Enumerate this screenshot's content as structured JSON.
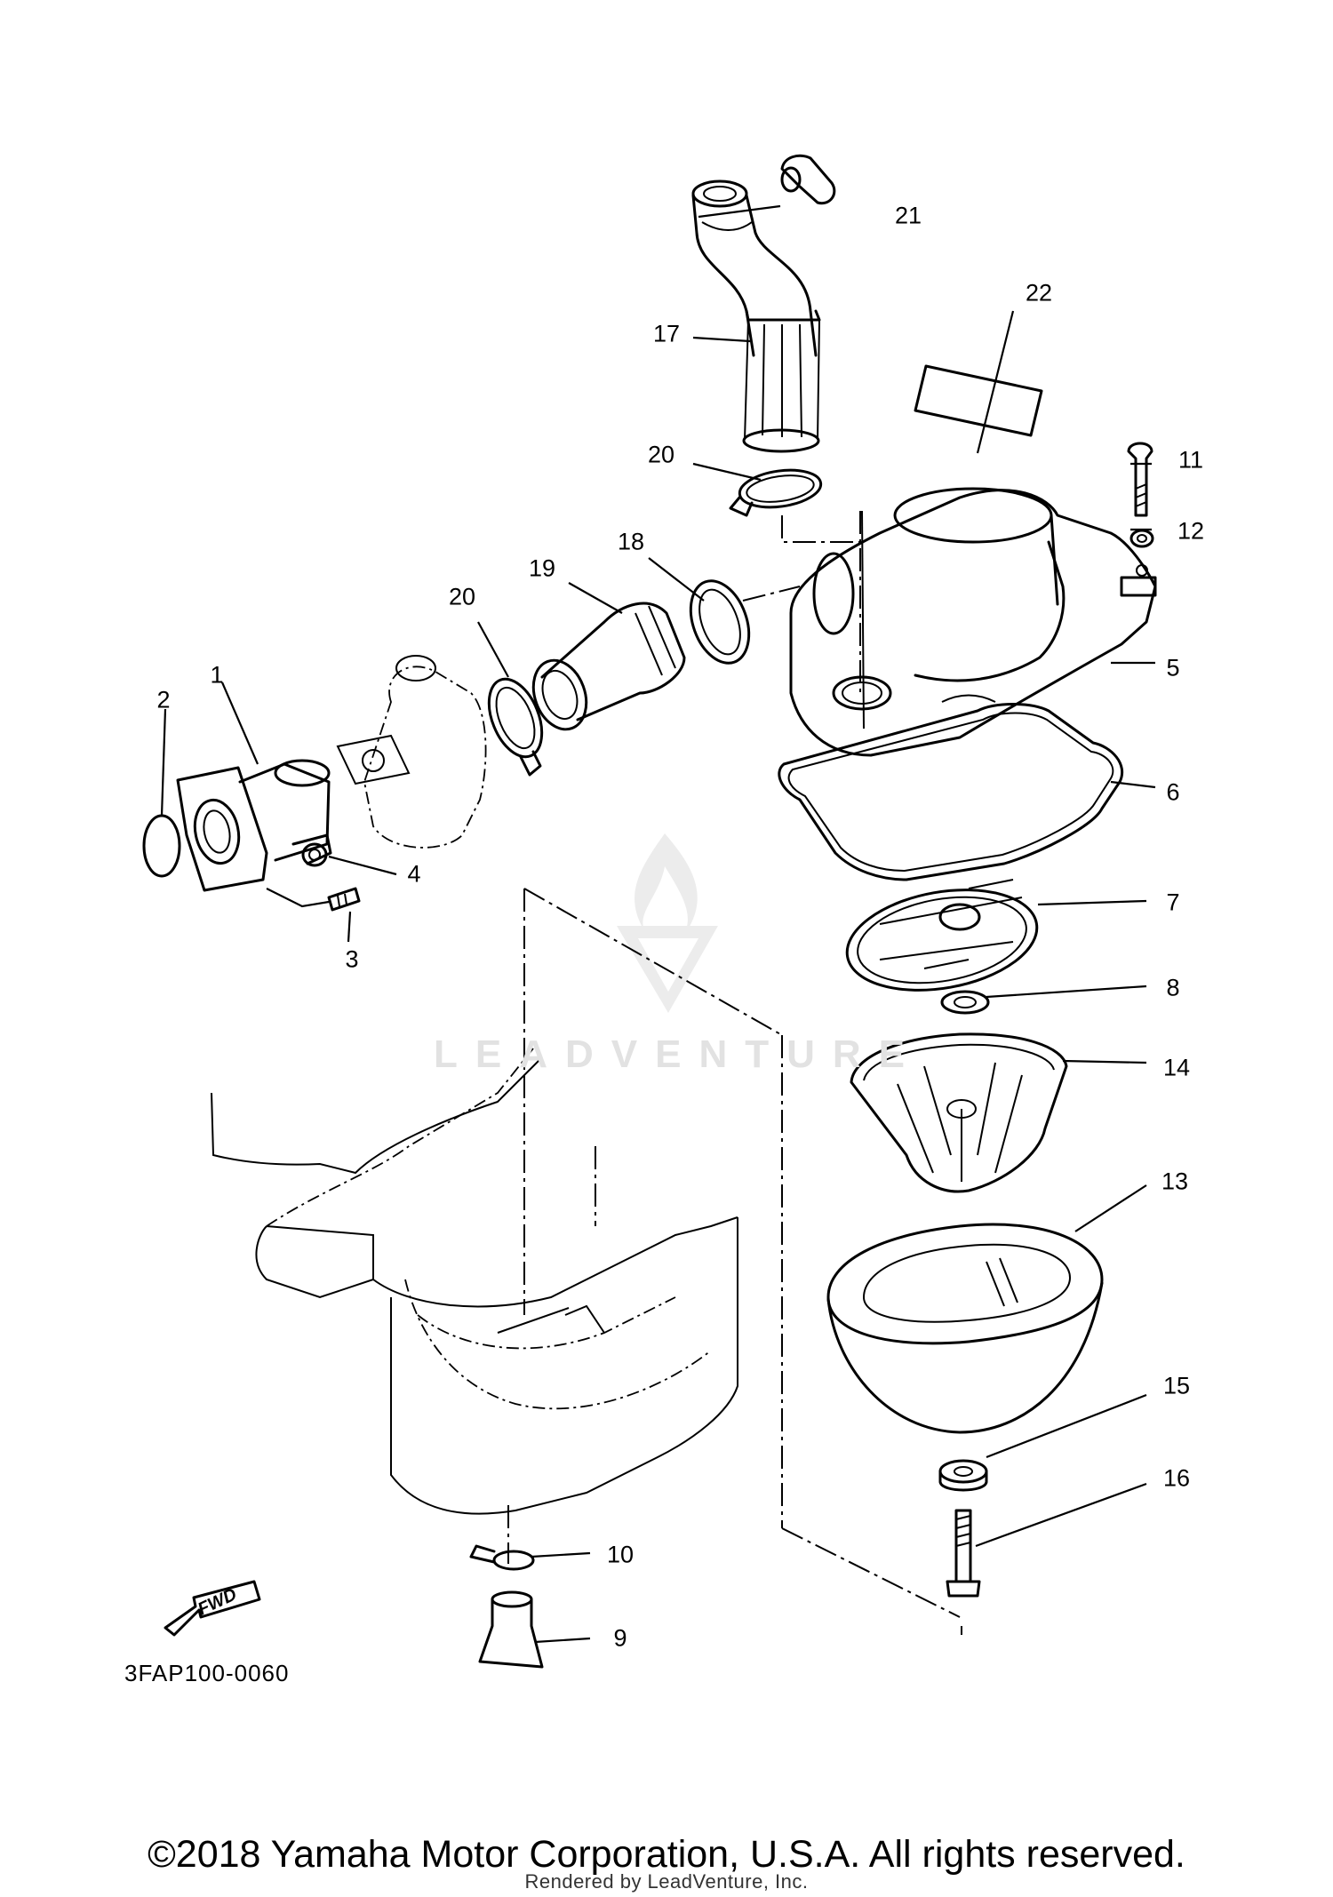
{
  "diagram": {
    "callouts": [
      {
        "id": "1",
        "label": "1"
      },
      {
        "id": "2",
        "label": "2"
      },
      {
        "id": "3",
        "label": "3"
      },
      {
        "id": "4",
        "label": "4"
      },
      {
        "id": "5",
        "label": "5"
      },
      {
        "id": "6",
        "label": "6"
      },
      {
        "id": "7",
        "label": "7"
      },
      {
        "id": "8",
        "label": "8"
      },
      {
        "id": "9",
        "label": "9"
      },
      {
        "id": "10",
        "label": "10"
      },
      {
        "id": "11",
        "label": "11"
      },
      {
        "id": "12",
        "label": "12"
      },
      {
        "id": "13",
        "label": "13"
      },
      {
        "id": "14",
        "label": "14"
      },
      {
        "id": "15",
        "label": "15"
      },
      {
        "id": "16",
        "label": "16"
      },
      {
        "id": "17",
        "label": "17"
      },
      {
        "id": "18",
        "label": "18"
      },
      {
        "id": "19",
        "label": "19"
      },
      {
        "id": "20a",
        "label": "20"
      },
      {
        "id": "20b",
        "label": "20"
      },
      {
        "id": "21",
        "label": "21"
      },
      {
        "id": "22",
        "label": "22"
      }
    ],
    "fwd_arrow_label": "FWD",
    "part_code": "3FAP100-0060",
    "watermark_text": "LEADVENTURE"
  },
  "footer": {
    "copyright": "©2018 Yamaha Motor Corporation, U.S.A. All rights reserved.",
    "rendered_by": "Rendered by LeadVenture, Inc."
  }
}
